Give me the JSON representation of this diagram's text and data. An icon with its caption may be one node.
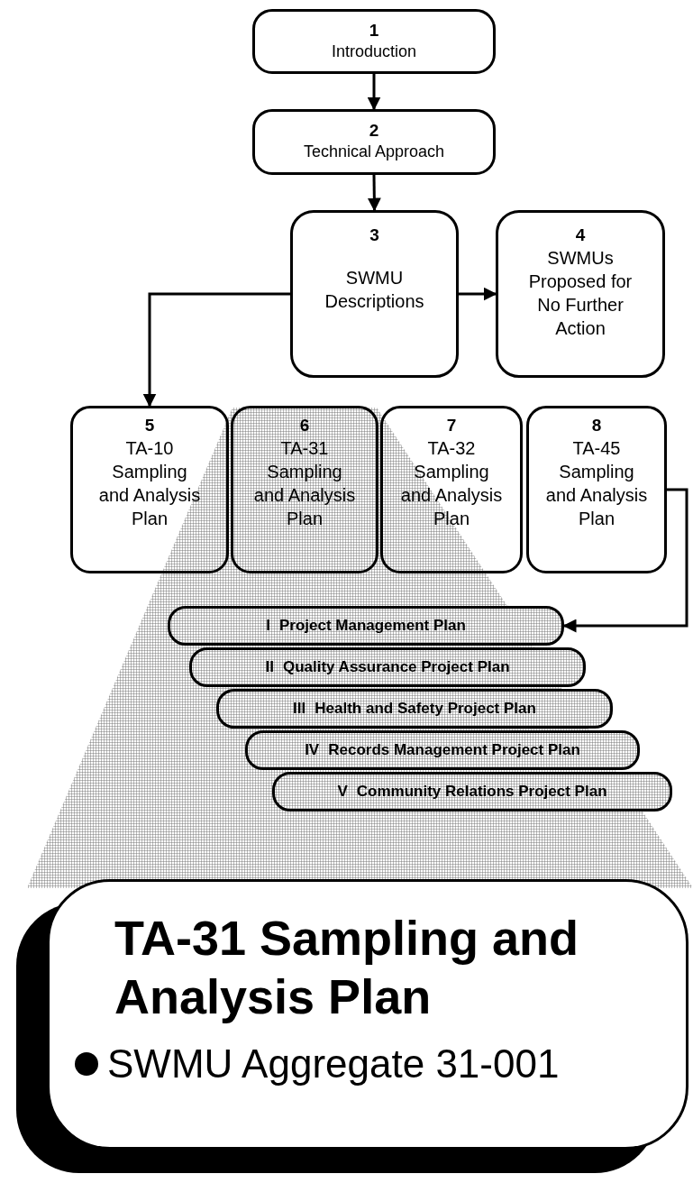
{
  "diagram": {
    "nodes": [
      {
        "text": [
          "1",
          "Introduction"
        ]
      },
      {
        "text": [
          "2",
          "Technical Approach"
        ]
      },
      {
        "text": [
          "3",
          "SWMU Descriptions"
        ]
      },
      {
        "text": [
          "4",
          "SWMUs Proposed for No Further Action"
        ]
      },
      {
        "text": [
          "5",
          "TA-10 Sampling and Analysis Plan"
        ]
      },
      {
        "text": [
          "6",
          "TA-31 Sampling and Analysis Plan"
        ]
      },
      {
        "text": [
          "7",
          "TA-32 Sampling and Analysis Plan"
        ]
      },
      {
        "text": [
          "8",
          "TA-45 Sampling and Analysis Plan"
        ]
      },
      {
        "text": [
          "I",
          "Project Management Plan"
        ]
      },
      {
        "text": [
          "II",
          "Quality Assurance Project Plan"
        ]
      },
      {
        "text": [
          "III",
          "Health and Safety Project Plan"
        ]
      },
      {
        "text": [
          "IV",
          "Records Management Project Plan"
        ]
      },
      {
        "text": [
          "V",
          "Community Relations Project Plan"
        ]
      },
      {
        "text": [
          "TA-31 Sampling and Analysis Plan",
          "SWMU Aggregate 31-001"
        ]
      }
    ],
    "edges": [
      {
        "from": 0,
        "to": 1,
        "arrow": "to"
      },
      {
        "from": 1,
        "to": 2,
        "arrow": "to"
      },
      {
        "from": 2,
        "to": 3,
        "arrow": "to"
      },
      {
        "from": 2,
        "to": 4,
        "arrow": "to"
      },
      {
        "from": 7,
        "to": 8,
        "arrow": "to"
      }
    ]
  }
}
